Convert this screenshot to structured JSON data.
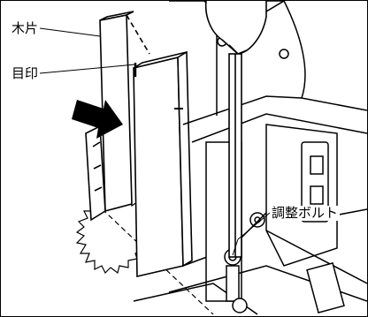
{
  "figure": {
    "labels": {
      "wood_piece": "木片",
      "mark": "目印",
      "adjusting_bolt": "調整ボルト"
    },
    "icons": {
      "push_arrow": "direction-arrow-icon",
      "screwdriver": "screwdriver-icon",
      "saw_blade": "saw-blade-icon"
    },
    "colors": {
      "line": "#000000",
      "background": "#ffffff",
      "arrow": "#000000"
    }
  }
}
